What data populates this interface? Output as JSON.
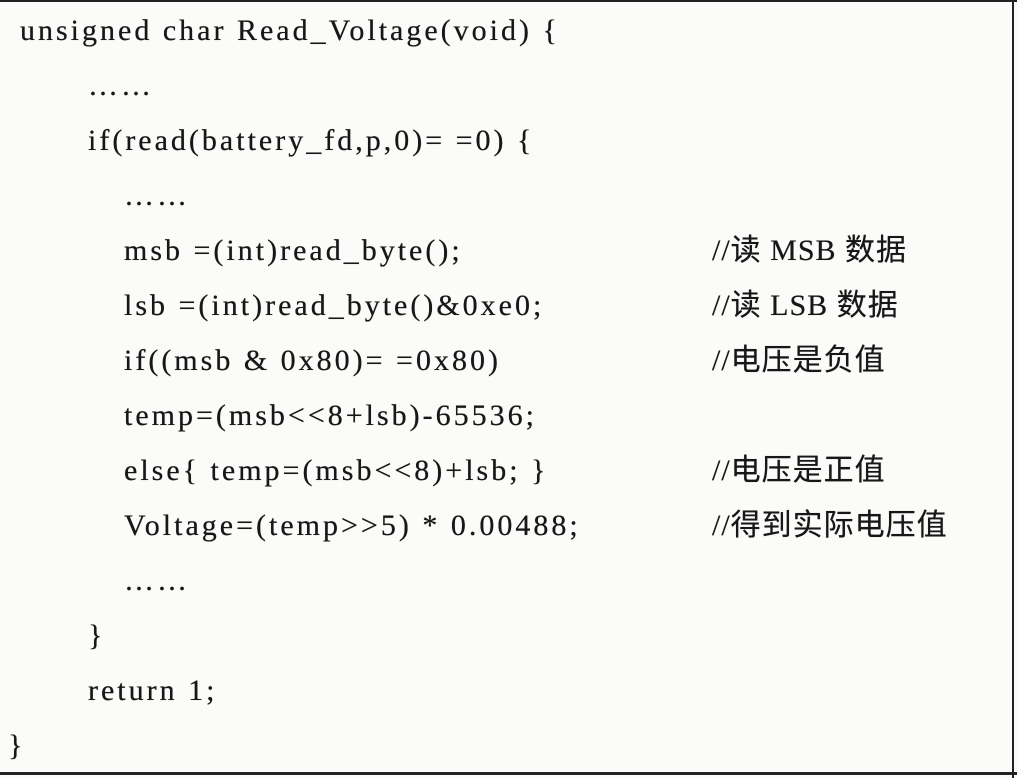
{
  "page": {
    "background": "#fbfbf9",
    "ink_color": "#171717"
  },
  "code": {
    "language": "c",
    "lines": [
      {
        "code": "unsigned char Read_Voltage(void) {"
      },
      {
        "code": "……"
      },
      {
        "code": "if(read(battery_fd,p,0)= =0) {"
      },
      {
        "code": "……"
      },
      {
        "code": "msb =(int)read_byte();",
        "comment": "//读 MSB 数据"
      },
      {
        "code": "lsb =(int)read_byte()&0xe0;",
        "comment": "//读 LSB 数据"
      },
      {
        "code": "if((msb & 0x80)= =0x80)",
        "comment": "//电压是负值"
      },
      {
        "code": "temp=(msb<<8+lsb)-65536;"
      },
      {
        "code": "else{ temp=(msb<<8)+lsb; }",
        "comment": "//电压是正值"
      },
      {
        "code": "Voltage=(temp>>5) * 0.00488;",
        "comment": "//得到实际电压值"
      },
      {
        "code": "……"
      },
      {
        "code": "}"
      },
      {
        "code": "return 1;"
      },
      {
        "code": "}"
      }
    ]
  }
}
